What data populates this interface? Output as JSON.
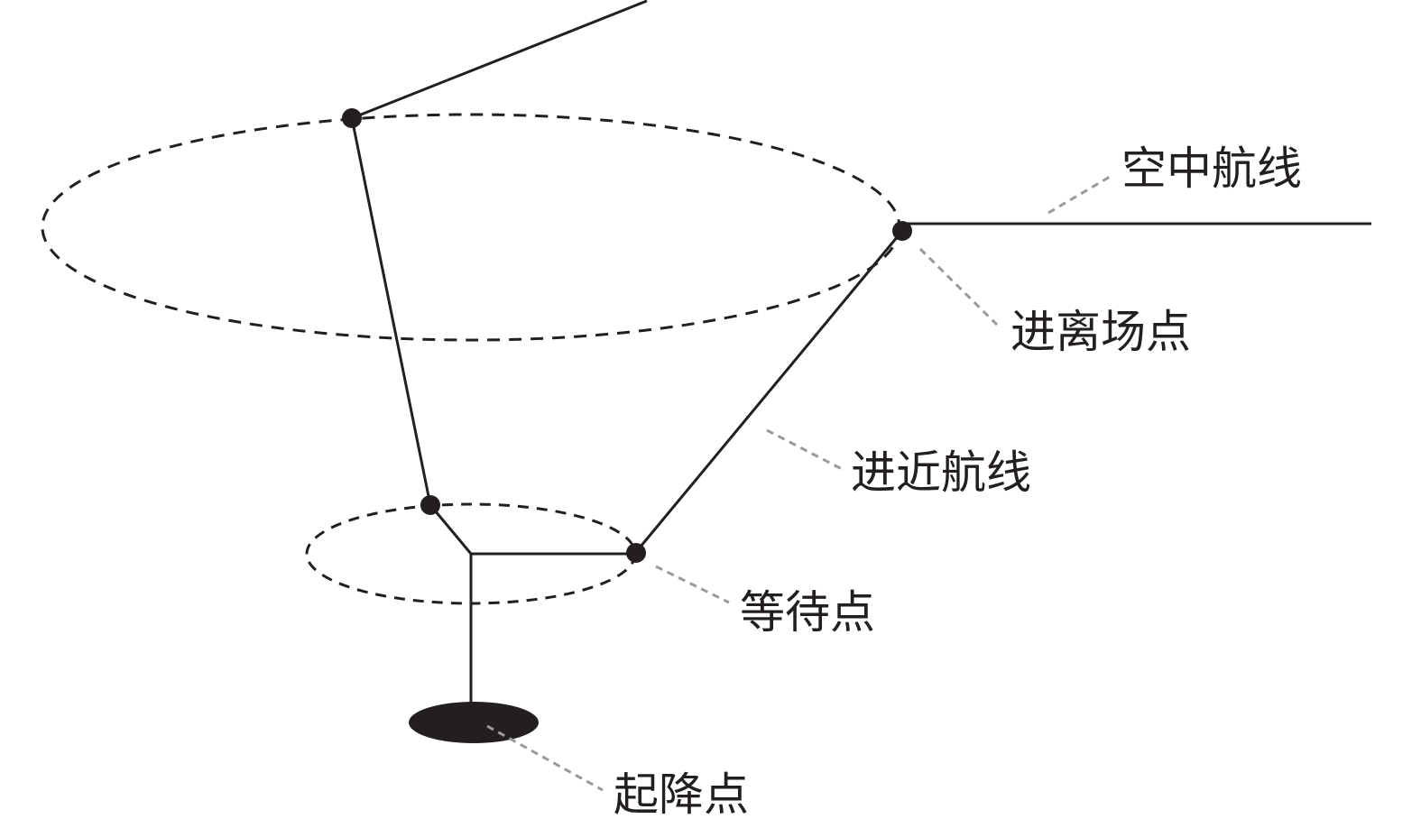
{
  "labels": {
    "air_route": "空中航线",
    "entry_exit_point": "进离场点",
    "approach_route": "进近航线",
    "holding_point": "等待点",
    "takeoff_landing_point": "起降点"
  },
  "colors": {
    "line": "#231f20",
    "leader": "#9a9a9a",
    "background": "#ffffff"
  }
}
